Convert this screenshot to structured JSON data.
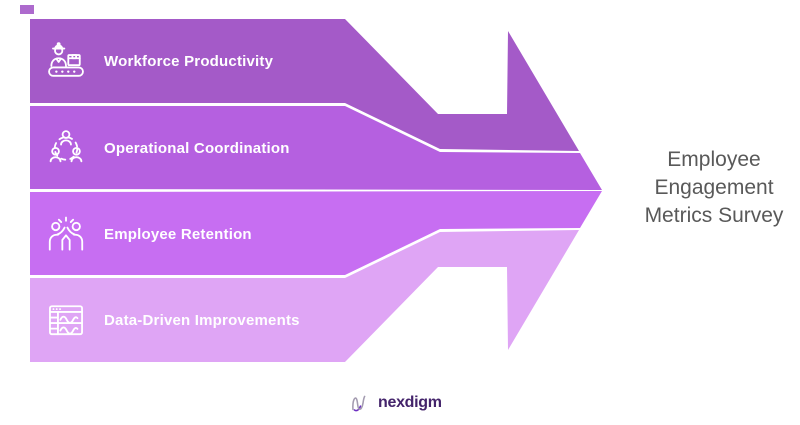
{
  "figure": {
    "bands": [
      {
        "label": "Workforce Productivity",
        "color": "#a45ac8",
        "icon": "worker-conveyor-icon"
      },
      {
        "label": "Operational Coordination",
        "color": "#b560e0",
        "icon": "team-network-icon"
      },
      {
        "label": "Employee Retention",
        "color": "#c76ef2",
        "icon": "high-five-icon"
      },
      {
        "label": "Data-Driven Improvements",
        "color": "#dfa5f5",
        "icon": "dashboard-charts-icon"
      }
    ],
    "arrow_title": {
      "lines": [
        "Employee",
        "Engagement",
        "Metrics Survey"
      ],
      "color": "#595959"
    }
  },
  "footer": {
    "logo_text": "nexdigm",
    "logo_text_color": "#44246b",
    "logo_icon_color": "#a39bb0",
    "logo_icon_accent": "#6d2fc2"
  },
  "colors": {
    "background": "#ffffff",
    "band_label_text": "#ffffff"
  }
}
